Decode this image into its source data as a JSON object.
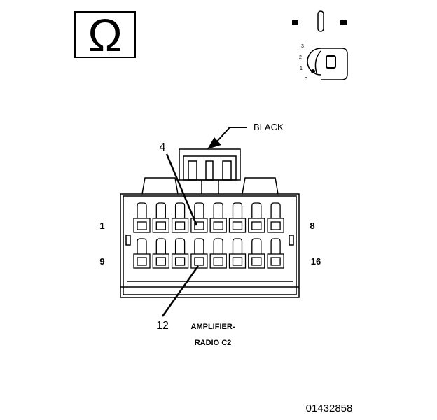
{
  "symbol": {
    "name": "ohm-symbol-icon",
    "glyph": "Ω"
  },
  "ignition_switch": {
    "name": "ignition-key-switch-icon",
    "positions": [
      "3",
      "2",
      "1",
      "0"
    ]
  },
  "connector": {
    "color_label": "BLACK",
    "name_lines": [
      "AMPLIFIER-",
      "RADIO C2"
    ],
    "pin_labels": {
      "top_left": "1",
      "top_right": "8",
      "bottom_left": "9",
      "bottom_right": "16"
    },
    "callouts": [
      "4",
      "12"
    ],
    "cavity_count": 16
  },
  "figure_id": "01432858",
  "colors": {
    "line": "#000000",
    "background": "#ffffff"
  }
}
